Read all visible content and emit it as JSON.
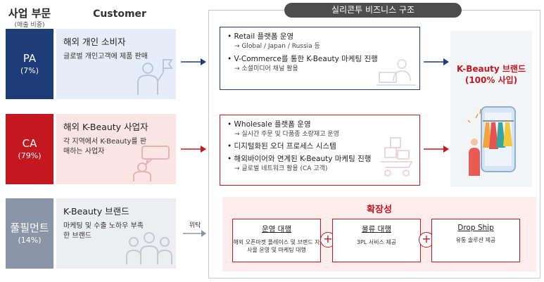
{
  "header": {
    "segment_title": "사업 부문",
    "segment_subtitle": "(매출 비중)",
    "customer_title": "Customer",
    "structure_title": "실리콘투 비즈니스 구조"
  },
  "segments": [
    {
      "name": "PA",
      "share": "(7%)",
      "customer_title": "해외 개인 소비자",
      "customer_desc": "글로벌 개인고객에 제품 판매"
    },
    {
      "name": "CA",
      "share": "(79%)",
      "customer_title": "해외 K-Beauty 사업자",
      "customer_desc": "각 지역에서 K-Beauty를 판매하는 사업자"
    },
    {
      "name": "풀필먼트",
      "share": "(14%)",
      "customer_title": "K-Beauty 브랜드",
      "customer_desc": "마케팅 및 수출 노하우 부족한 브랜드"
    }
  ],
  "pa_box": [
    {
      "main": "• Retail 플랫폼 운영",
      "sub": "→ Global / Japan / Russia 등"
    },
    {
      "main": "• V-Commerce를 통한 K-Beauty 마케팅 진행",
      "sub": "→ 소셜미디어 채널 활용"
    }
  ],
  "ca_box": [
    {
      "main": "• Wholesale 플랫폼 운영",
      "sub": "→ 실시간 주문 및 다품종 소량재고 운영"
    },
    {
      "main": "• 디지털화된 오더 프로세스 시스템",
      "sub": ""
    },
    {
      "main": "• 해외바이어와 연계된 K-Beauty 마케팅 진행",
      "sub": "→ 글로벌 네트워크 활용 (CA 고객)"
    }
  ],
  "brand": {
    "line1": "K-Beauty 브랜드",
    "line2": "(100% 사입)"
  },
  "consign_label": "위탁",
  "expansion": {
    "title": "확장성",
    "items": [
      {
        "title": "운영 대행",
        "desc": "해외 오픈마켓 플레이스 및 브랜드 자사몰 운영 및 마케팅 대행"
      },
      {
        "title": "물류 대행",
        "desc": "3PL 서비스 제공"
      },
      {
        "title": "Drop Ship",
        "desc": "유통 솔루션 제공"
      }
    ]
  },
  "colors": {
    "navy": "#1e3d78",
    "red": "#c3181f",
    "gray": "#8a95a8"
  }
}
